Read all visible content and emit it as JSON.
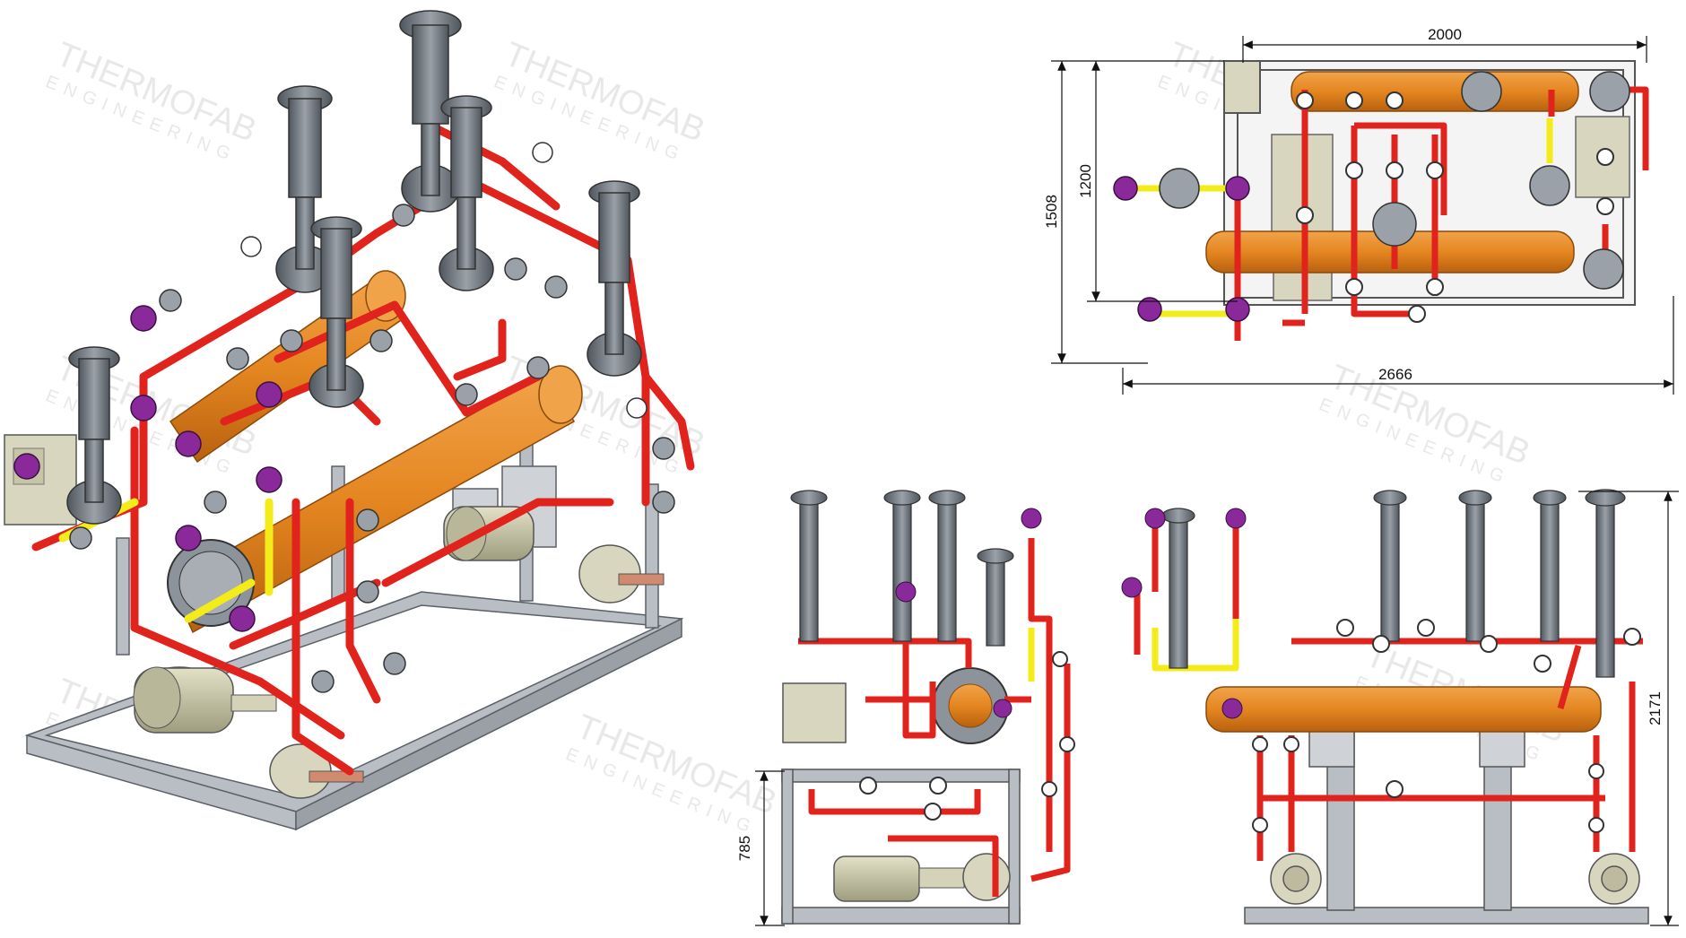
{
  "watermark": {
    "line1": "THERMOFAB",
    "line2": "ENGINEERING"
  },
  "dimensions": {
    "top_width_inner": "2000",
    "top_width_outer": "2666",
    "top_depth_outer": "1508",
    "top_depth_inner": "1200",
    "side_height": "785",
    "front_height": "2171"
  },
  "colors": {
    "pipe": "#e0231c",
    "tank": "#e48620",
    "frame": "#b9bec4",
    "valve": "#6e757d",
    "accent_purple": "#8a2a9a",
    "accent_yellow": "#f4ec1a",
    "motor": "#c9c7a6",
    "line": "#111111"
  }
}
